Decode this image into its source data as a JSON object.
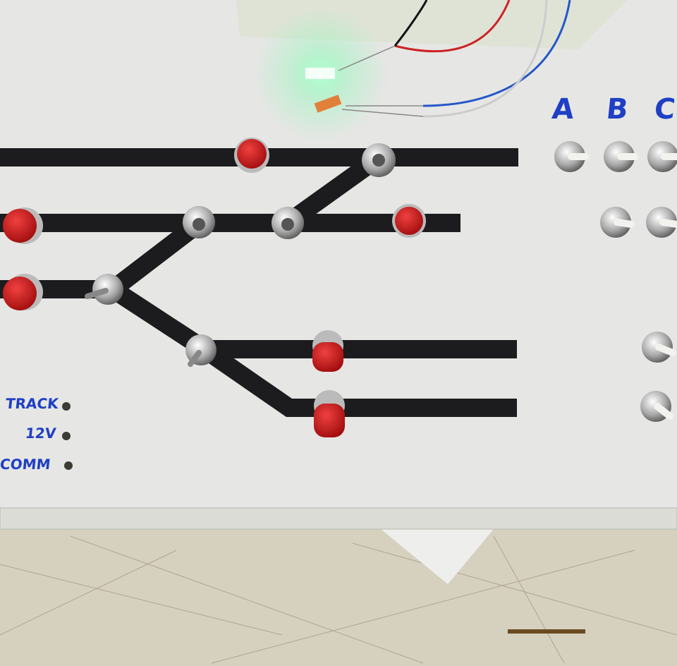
{
  "panel": {
    "column_labels": [
      "A",
      "B",
      "C"
    ],
    "terminal_labels": [
      "TRACK",
      "12V",
      "COMM"
    ],
    "colors": {
      "panel": "#e6e6e4",
      "track": "#1c1c1e",
      "button_red": "#c81a1a",
      "marker_blue": "#1f3fc4",
      "led_green": "#7dffb0"
    }
  }
}
